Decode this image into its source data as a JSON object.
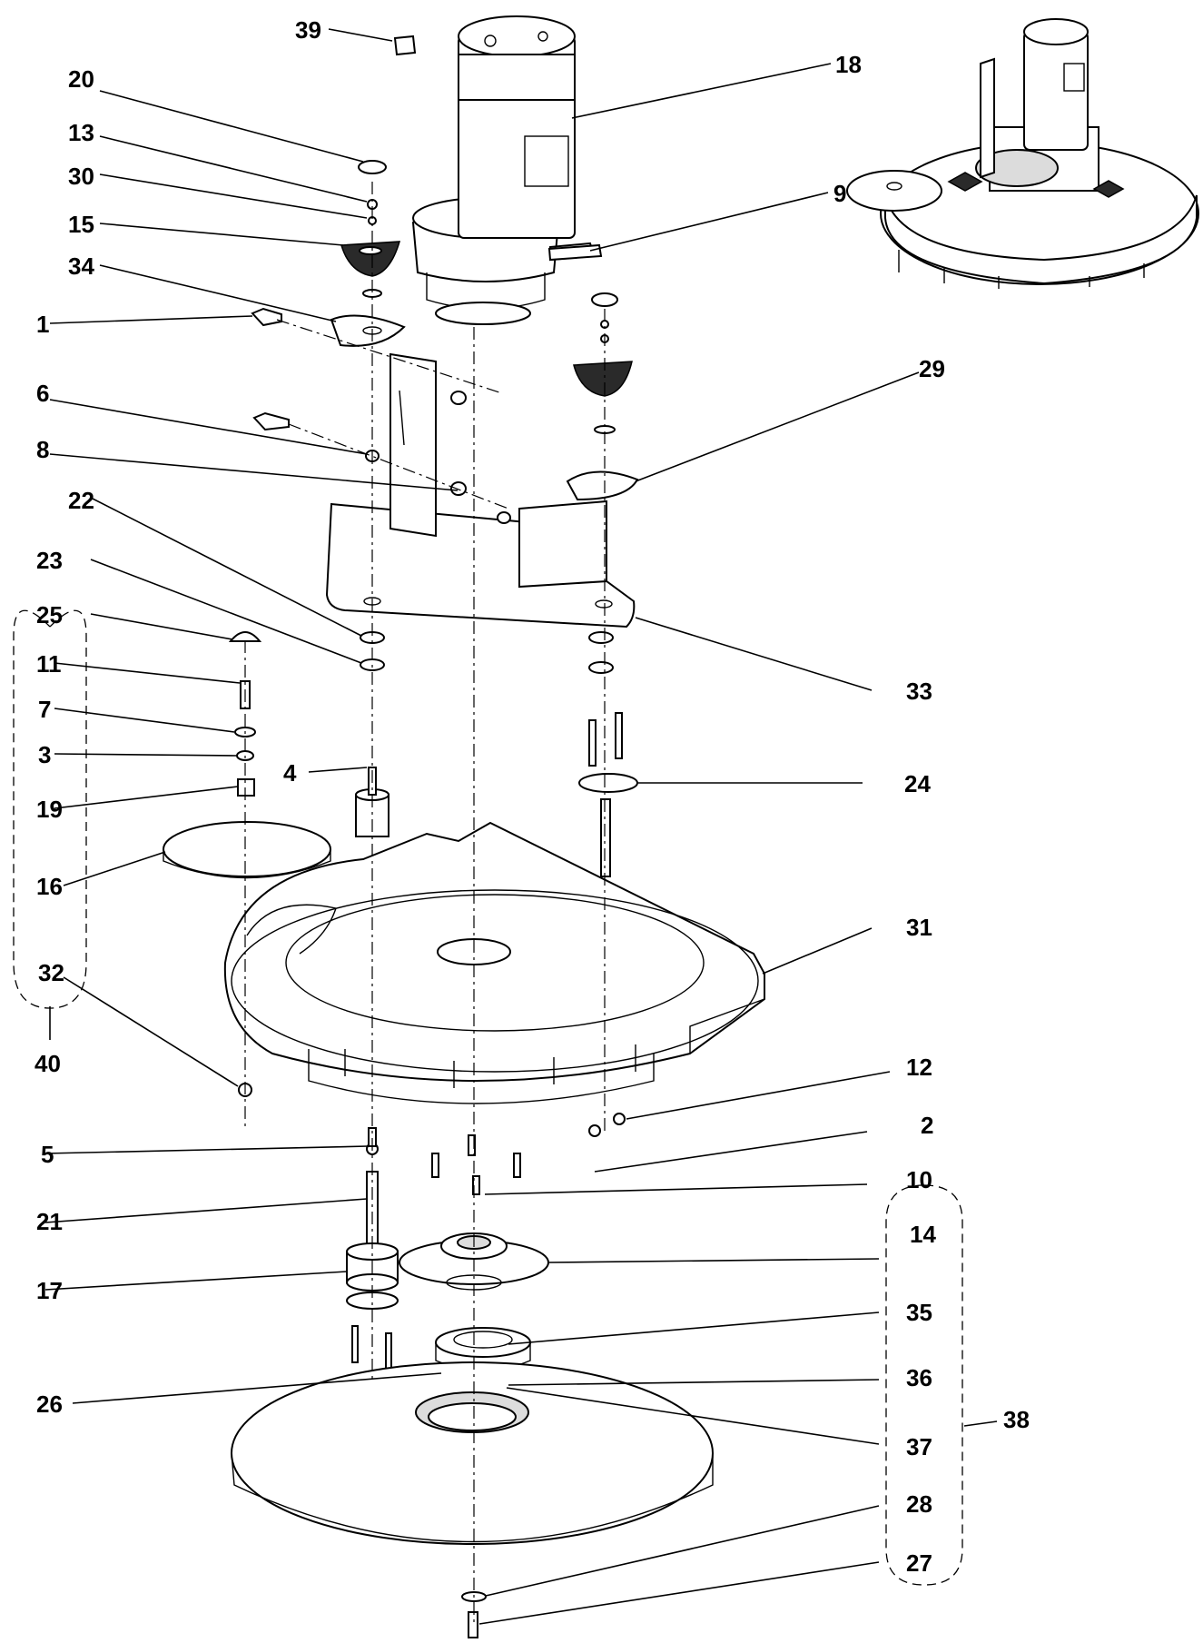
{
  "diagram": {
    "callouts": [
      {
        "id": "c39",
        "label": "39"
      },
      {
        "id": "c20",
        "label": "20"
      },
      {
        "id": "c18",
        "label": "18"
      },
      {
        "id": "c13",
        "label": "13"
      },
      {
        "id": "c30",
        "label": "30"
      },
      {
        "id": "c9",
        "label": "9"
      },
      {
        "id": "c15",
        "label": "15"
      },
      {
        "id": "c34",
        "label": "34"
      },
      {
        "id": "c1",
        "label": "1"
      },
      {
        "id": "c29",
        "label": "29"
      },
      {
        "id": "c6",
        "label": "6"
      },
      {
        "id": "c8",
        "label": "8"
      },
      {
        "id": "c22",
        "label": "22"
      },
      {
        "id": "c23",
        "label": "23"
      },
      {
        "id": "c25",
        "label": "25"
      },
      {
        "id": "c33",
        "label": "33"
      },
      {
        "id": "c11",
        "label": "11"
      },
      {
        "id": "c7",
        "label": "7"
      },
      {
        "id": "c3",
        "label": "3"
      },
      {
        "id": "c4",
        "label": "4"
      },
      {
        "id": "c24",
        "label": "24"
      },
      {
        "id": "c19",
        "label": "19"
      },
      {
        "id": "c16",
        "label": "16"
      },
      {
        "id": "c31",
        "label": "31"
      },
      {
        "id": "c32",
        "label": "32"
      },
      {
        "id": "c40",
        "label": "40"
      },
      {
        "id": "c12",
        "label": "12"
      },
      {
        "id": "c5",
        "label": "5"
      },
      {
        "id": "c2",
        "label": "2"
      },
      {
        "id": "c10",
        "label": "10"
      },
      {
        "id": "c21",
        "label": "21"
      },
      {
        "id": "c14",
        "label": "14"
      },
      {
        "id": "c17",
        "label": "17"
      },
      {
        "id": "c35",
        "label": "35"
      },
      {
        "id": "c36",
        "label": "36"
      },
      {
        "id": "c26",
        "label": "26"
      },
      {
        "id": "c38",
        "label": "38"
      },
      {
        "id": "c37",
        "label": "37"
      },
      {
        "id": "c28",
        "label": "28"
      },
      {
        "id": "c27",
        "label": "27"
      }
    ]
  }
}
